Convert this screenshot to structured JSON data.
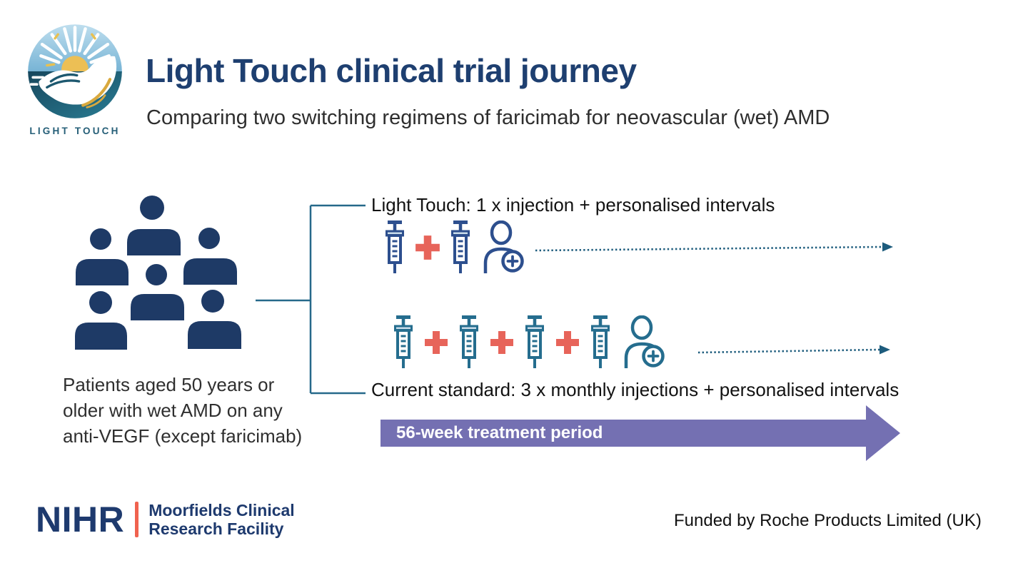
{
  "header": {
    "logo_label": "LIGHT TOUCH",
    "title": "Light Touch clinical trial journey",
    "subtitle": "Comparing two switching regimens of faricimab for neovascular (wet) AMD"
  },
  "population": {
    "description": "Patients aged 50 years or older with wet AMD on any anti-VEGF (except faricimab)"
  },
  "arms": {
    "light_touch": {
      "label": "Light Touch: 1 x injection + personalised intervals",
      "injections": 1,
      "icon_sequence": [
        "syringe",
        "plus",
        "syringe-with-patient"
      ]
    },
    "current_standard": {
      "label": "Current standard: 3 x monthly injections + personalised intervals",
      "injections": 3,
      "icon_sequence": [
        "syringe",
        "plus",
        "syringe",
        "plus",
        "syringe",
        "plus",
        "syringe-with-patient"
      ]
    }
  },
  "timeline": {
    "label": "56-week treatment period"
  },
  "footer": {
    "nihr_wordmark": "NIHR",
    "partner_line1": "Moorfields Clinical",
    "partner_line2": "Research Facility",
    "funding": "Funded by Roche Products Limited (UK)"
  },
  "colors": {
    "title_navy": "#1e3f70",
    "people_navy": "#1e3a66",
    "arm1_icon_navy": "#2d4f8e",
    "arm2_icon_teal": "#256d8e",
    "plus_coral": "#e7645a",
    "connector_teal": "#26698a",
    "timeline_purple": "#7470b2",
    "nihr_navy": "#1e3a6e",
    "nihr_coral": "#f0624f",
    "logo_teal": "#265f78"
  }
}
